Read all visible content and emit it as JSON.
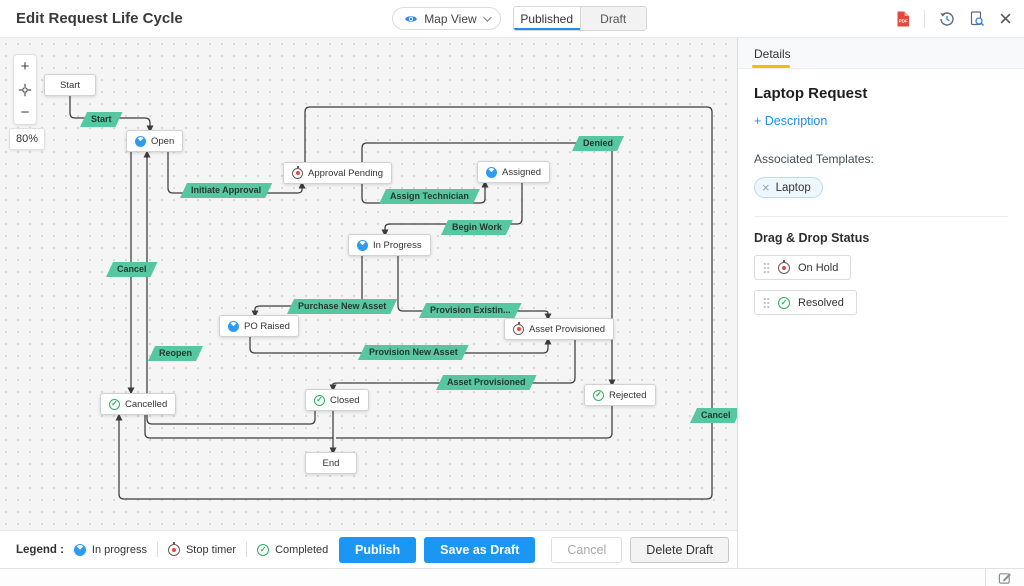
{
  "header": {
    "title": "Edit Request Life Cycle",
    "map_view_label": "Map View",
    "tabs": [
      {
        "label": "Published",
        "active": true
      },
      {
        "label": "Draft",
        "active": false
      }
    ],
    "action_icons": [
      "pdf-export-icon",
      "history-icon",
      "preview-document-icon",
      "close-icon"
    ]
  },
  "canvas": {
    "zoom_level": "80%",
    "zoom_in_label": "+",
    "zoom_out_label": "−"
  },
  "diagram": {
    "nodes": [
      {
        "id": "start",
        "label": "Start",
        "icon": "none"
      },
      {
        "id": "open",
        "label": "Open",
        "icon": "in-progress"
      },
      {
        "id": "approval-pending",
        "label": "Approval Pending",
        "icon": "stop-timer"
      },
      {
        "id": "assigned",
        "label": "Assigned",
        "icon": "in-progress"
      },
      {
        "id": "in-progress",
        "label": "In Progress",
        "icon": "in-progress"
      },
      {
        "id": "po-raised",
        "label": "PO Raised",
        "icon": "in-progress"
      },
      {
        "id": "asset-provisioned",
        "label": "Asset Provisioned",
        "icon": "stop-timer"
      },
      {
        "id": "cancelled",
        "label": "Cancelled",
        "icon": "completed"
      },
      {
        "id": "closed",
        "label": "Closed",
        "icon": "completed"
      },
      {
        "id": "rejected",
        "label": "Rejected",
        "icon": "completed"
      },
      {
        "id": "end",
        "label": "End",
        "icon": "none"
      }
    ],
    "transitions": [
      {
        "id": "t-start",
        "label": "Start",
        "from": "start",
        "to": "open"
      },
      {
        "id": "t-initiate-approval",
        "label": "Initiate Approval",
        "from": "open",
        "to": "approval-pending"
      },
      {
        "id": "t-assign-technician",
        "label": "Assign Technician",
        "from": "approval-pending",
        "to": "assigned"
      },
      {
        "id": "t-begin-work",
        "label": "Begin Work",
        "from": "assigned",
        "to": "in-progress"
      },
      {
        "id": "t-denied",
        "label": "Denied",
        "from": "approval-pending",
        "to": "rejected"
      },
      {
        "id": "t-cancel-left",
        "label": "Cancel",
        "from": "open",
        "to": "cancelled"
      },
      {
        "id": "t-purchase-new-asset",
        "label": "Purchase New Asset",
        "from": "in-progress",
        "to": "po-raised"
      },
      {
        "id": "t-provision-existing",
        "label": "Provision Existin...",
        "from": "in-progress",
        "to": "asset-provisioned"
      },
      {
        "id": "t-provision-new-asset",
        "label": "Provision New Asset",
        "from": "po-raised",
        "to": "asset-provisioned"
      },
      {
        "id": "t-asset-provisioned",
        "label": "Asset Provisioned",
        "from": "asset-provisioned",
        "to": "closed"
      },
      {
        "id": "t-reopen",
        "label": "Reopen",
        "from": "closed",
        "to": "open"
      },
      {
        "id": "t-cancel-right",
        "label": "Cancel",
        "from": "approval-pending",
        "to": "cancelled"
      }
    ],
    "unlabeled_edges": [
      {
        "from": "closed",
        "to": "end"
      },
      {
        "from": "cancelled",
        "to": "end"
      },
      {
        "from": "rejected",
        "to": "end"
      }
    ]
  },
  "sidebar": {
    "tab_label": "Details",
    "title": "Laptop Request",
    "description_link": "+ Description",
    "associated_templates_label": "Associated Templates:",
    "templates": [
      {
        "label": "Laptop"
      }
    ],
    "drag_drop_title": "Drag & Drop Status",
    "statuses": [
      {
        "label": "On Hold",
        "icon": "stop-timer"
      },
      {
        "label": "Resolved",
        "icon": "completed"
      }
    ]
  },
  "legend": {
    "label": "Legend :",
    "items": [
      {
        "label": "In progress",
        "icon": "in-progress"
      },
      {
        "label": "Stop timer",
        "icon": "stop-timer"
      },
      {
        "label": "Completed",
        "icon": "completed"
      }
    ]
  },
  "footer_buttons": [
    {
      "label": "Publish",
      "style": "primary"
    },
    {
      "label": "Save as Draft",
      "style": "primary"
    },
    {
      "label": "Cancel",
      "style": "ghost"
    },
    {
      "label": "Delete Draft",
      "style": "secondary"
    }
  ],
  "colors": {
    "accent_blue": "#1b97f3",
    "transition_green": "#57c7a1",
    "tab_underline_yellow": "#fcb902",
    "status_red": "#e8473c",
    "status_green": "#2cb15a",
    "status_blue": "#2e9bf2"
  }
}
